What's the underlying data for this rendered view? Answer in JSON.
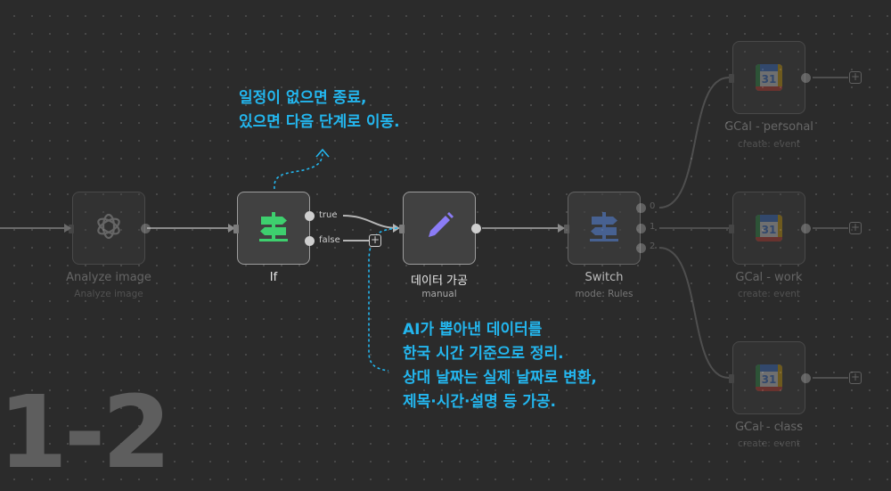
{
  "nodes": {
    "analyze": {
      "title": "Analyze image",
      "subtitle": "Analyze image"
    },
    "if": {
      "title": "If",
      "true_label": "true",
      "false_label": "false"
    },
    "edit": {
      "title": "데이터 가공",
      "subtitle": "manual"
    },
    "switch": {
      "title": "Switch",
      "subtitle": "mode: Rules",
      "outputs": [
        "0",
        "1",
        "2"
      ]
    },
    "gcal_personal": {
      "title": "GCal - personal",
      "subtitle": "create: event",
      "icon_number": "31"
    },
    "gcal_work": {
      "title": "GCal - work",
      "subtitle": "create: event",
      "icon_number": "31"
    },
    "gcal_class": {
      "title": "GCal - class",
      "subtitle": "create: event",
      "icon_number": "31"
    }
  },
  "icons": {
    "analyze": "openai-icon",
    "if": "signpost-icon",
    "edit": "pencil-icon",
    "switch": "signpost-icon",
    "gcal": "google-calendar-icon",
    "add": "plus-icon"
  },
  "notes": {
    "if_note": [
      "일정이 없으면 종료,",
      "있으면 다음 단계로 이동."
    ],
    "edit_note": [
      "AI가 뽑아낸 데이터를",
      "한국 시간 기준으로 정리.",
      "상대 날짜는 실제 날짜로 변환,",
      "제목·시간·설명 등 가공."
    ]
  },
  "section_label": "1-2",
  "colors": {
    "background": "#2b2b2b",
    "note_text": "#23b6ee",
    "if_icon": "#3ecf6e",
    "edit_icon": "#8b7cf6",
    "switch_icon": "#5a86d6"
  }
}
